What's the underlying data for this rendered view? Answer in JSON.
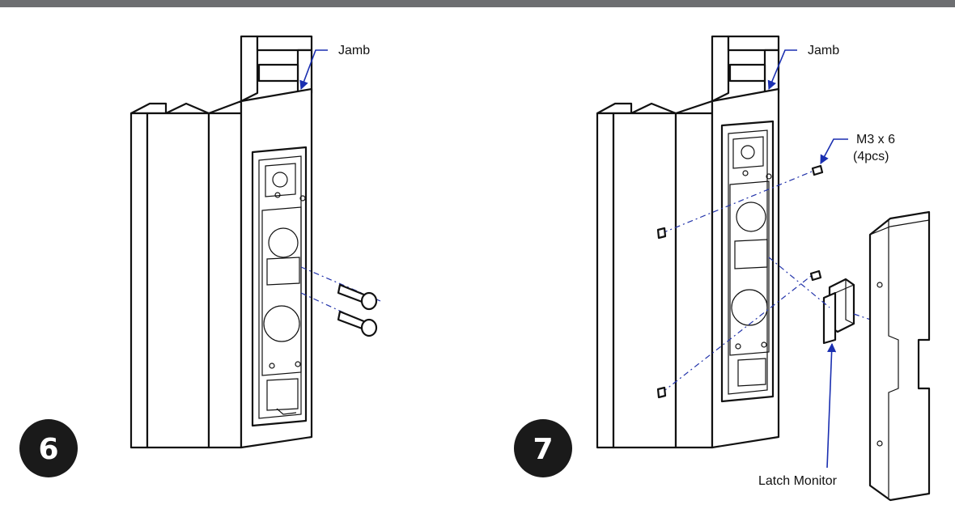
{
  "colors": {
    "top_bar": "#6d6e71",
    "leader": "#1a2fb0",
    "badge": "#1a1a1a"
  },
  "steps": [
    {
      "number": "6",
      "jamb_label": "Jamb"
    },
    {
      "number": "7",
      "jamb_label": "Jamb",
      "screw_label_line1": "M3 x 6",
      "screw_label_line2": "(4pcs)",
      "monitor_label": "Latch Monitor"
    }
  ]
}
